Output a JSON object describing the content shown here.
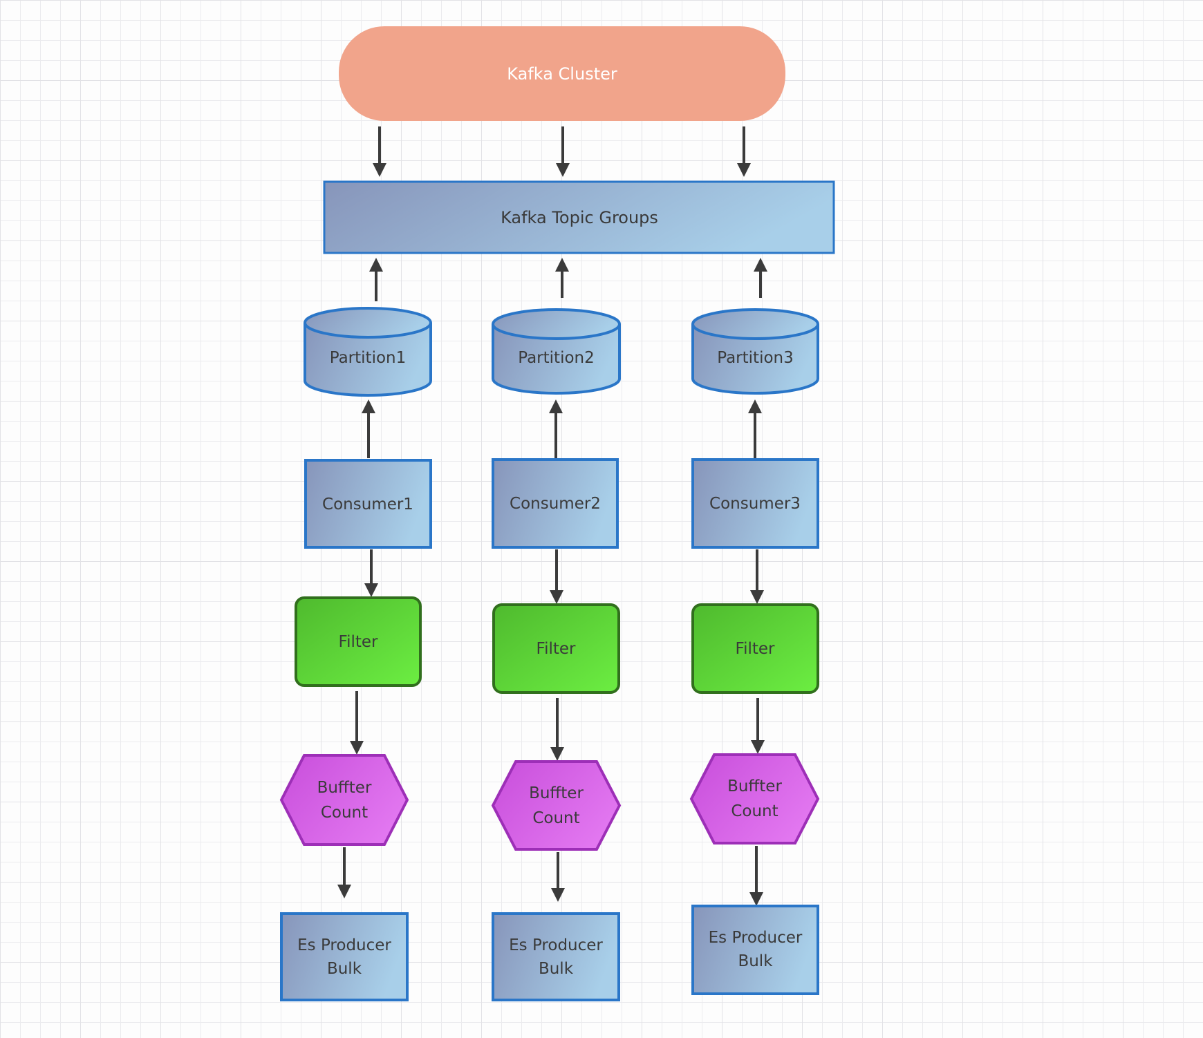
{
  "diagram": {
    "cluster": {
      "label": "Kafka Cluster"
    },
    "topic": {
      "label": "Kafka Topic Groups"
    },
    "columns": [
      {
        "partition": "Partition1",
        "consumer": "Consumer1",
        "filter": "Filter",
        "buffer": [
          "Buffter",
          "Count"
        ],
        "producer": [
          "Es Producer",
          "Bulk"
        ]
      },
      {
        "partition": "Partition2",
        "consumer": "Consumer2",
        "filter": "Filter",
        "buffer": [
          "Buffter",
          "Count"
        ],
        "producer": [
          "Es Producer",
          "Bulk"
        ]
      },
      {
        "partition": "Partition3",
        "consumer": "Consumer3",
        "filter": "Filter",
        "buffer": [
          "Buffter",
          "Count"
        ],
        "producer": [
          "Es Producer",
          "Bulk"
        ]
      }
    ],
    "colors": {
      "canvas_bg": "#fdfdfd",
      "grid_line_minor": "#ebebee",
      "grid_line_major": "#e2e2e6",
      "cluster_fill": "#f1a48b",
      "cluster_text": "#ffffff",
      "blue_border": "#2a76c8",
      "blue_gradient_start": "#8795ba",
      "blue_gradient_end": "#a8cfe9",
      "green_border": "#316f1d",
      "green_gradient_start": "#4fba2e",
      "green_gradient_end": "#6cee42",
      "purple_border": "#9d2fb7",
      "purple_gradient_start": "#c84edb",
      "purple_gradient_end": "#e277f0",
      "arrow": "#3b3b3b",
      "label_text": "#3a3a3a"
    }
  }
}
